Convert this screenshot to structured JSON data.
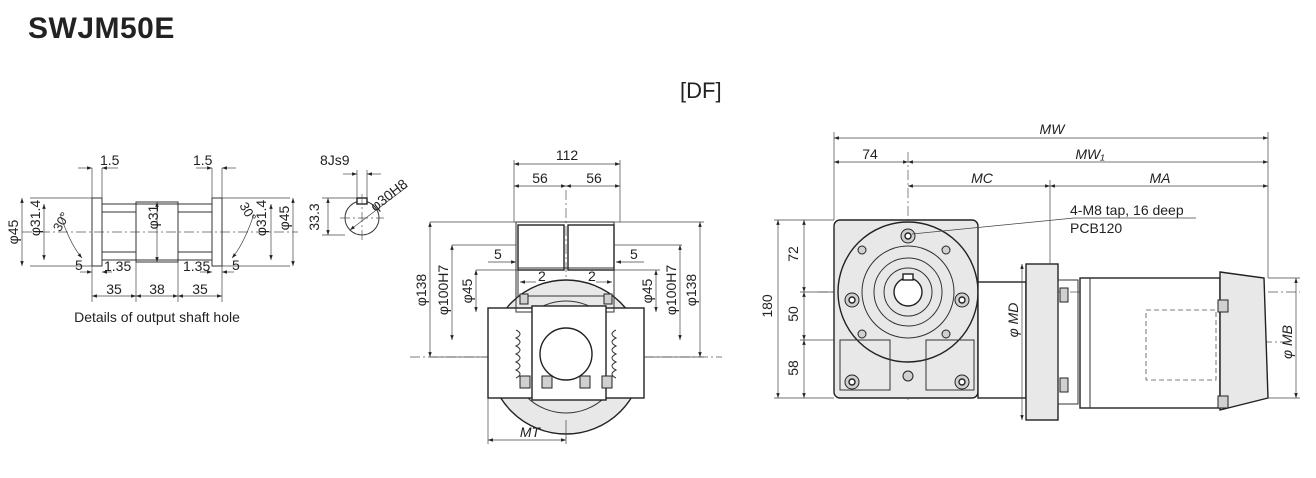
{
  "header": {
    "model": "SWJM50E",
    "mounting_code": "[DF]"
  },
  "shaft_detail": {
    "caption": "Details of output shaft hole",
    "dims": {
      "gap_left": "1.5",
      "gap_right": "1.5",
      "dia_outer_left": "φ45",
      "dia_inner_left": "φ31.4",
      "dia_outer_right": "φ45",
      "dia_inner_right": "φ31.4",
      "dia_center": "φ31",
      "angle_left": "30°",
      "angle_right": "30°",
      "chamfer_left": "5",
      "chamfer_right": "5",
      "step_left": "1.35",
      "step_right": "1.35",
      "len_left": "35",
      "len_center": "38",
      "len_right": "35"
    }
  },
  "keyway_detail": {
    "width": "8Js9",
    "depth": "33.3",
    "bore": "φ30H8"
  },
  "front_view": {
    "overall_width": "112",
    "half_left": "56",
    "half_right": "56",
    "dia_138_left": "φ138",
    "dia_100_left": "φ100H7",
    "dia_45_left": "φ45",
    "dia_138_right": "φ138",
    "dia_100_right": "φ100H7",
    "dia_45_right": "φ45",
    "offset_left": "5",
    "offset_right": "5",
    "step_left": "2",
    "step_right": "2",
    "mt_label": "MT"
  },
  "side_view": {
    "mw_label": "MW",
    "mw1_label": "MW₁",
    "dim_74": "74",
    "mc_label": "MC",
    "ma_label": "MA",
    "tap_note_line1": "4-M8 tap, 16 deep",
    "tap_note_line2": "PCB120",
    "height_total": "180",
    "height_top": "72",
    "height_mid": "50",
    "height_bottom": "58",
    "md_label": "φ MD",
    "mb_label": "φ MB"
  }
}
